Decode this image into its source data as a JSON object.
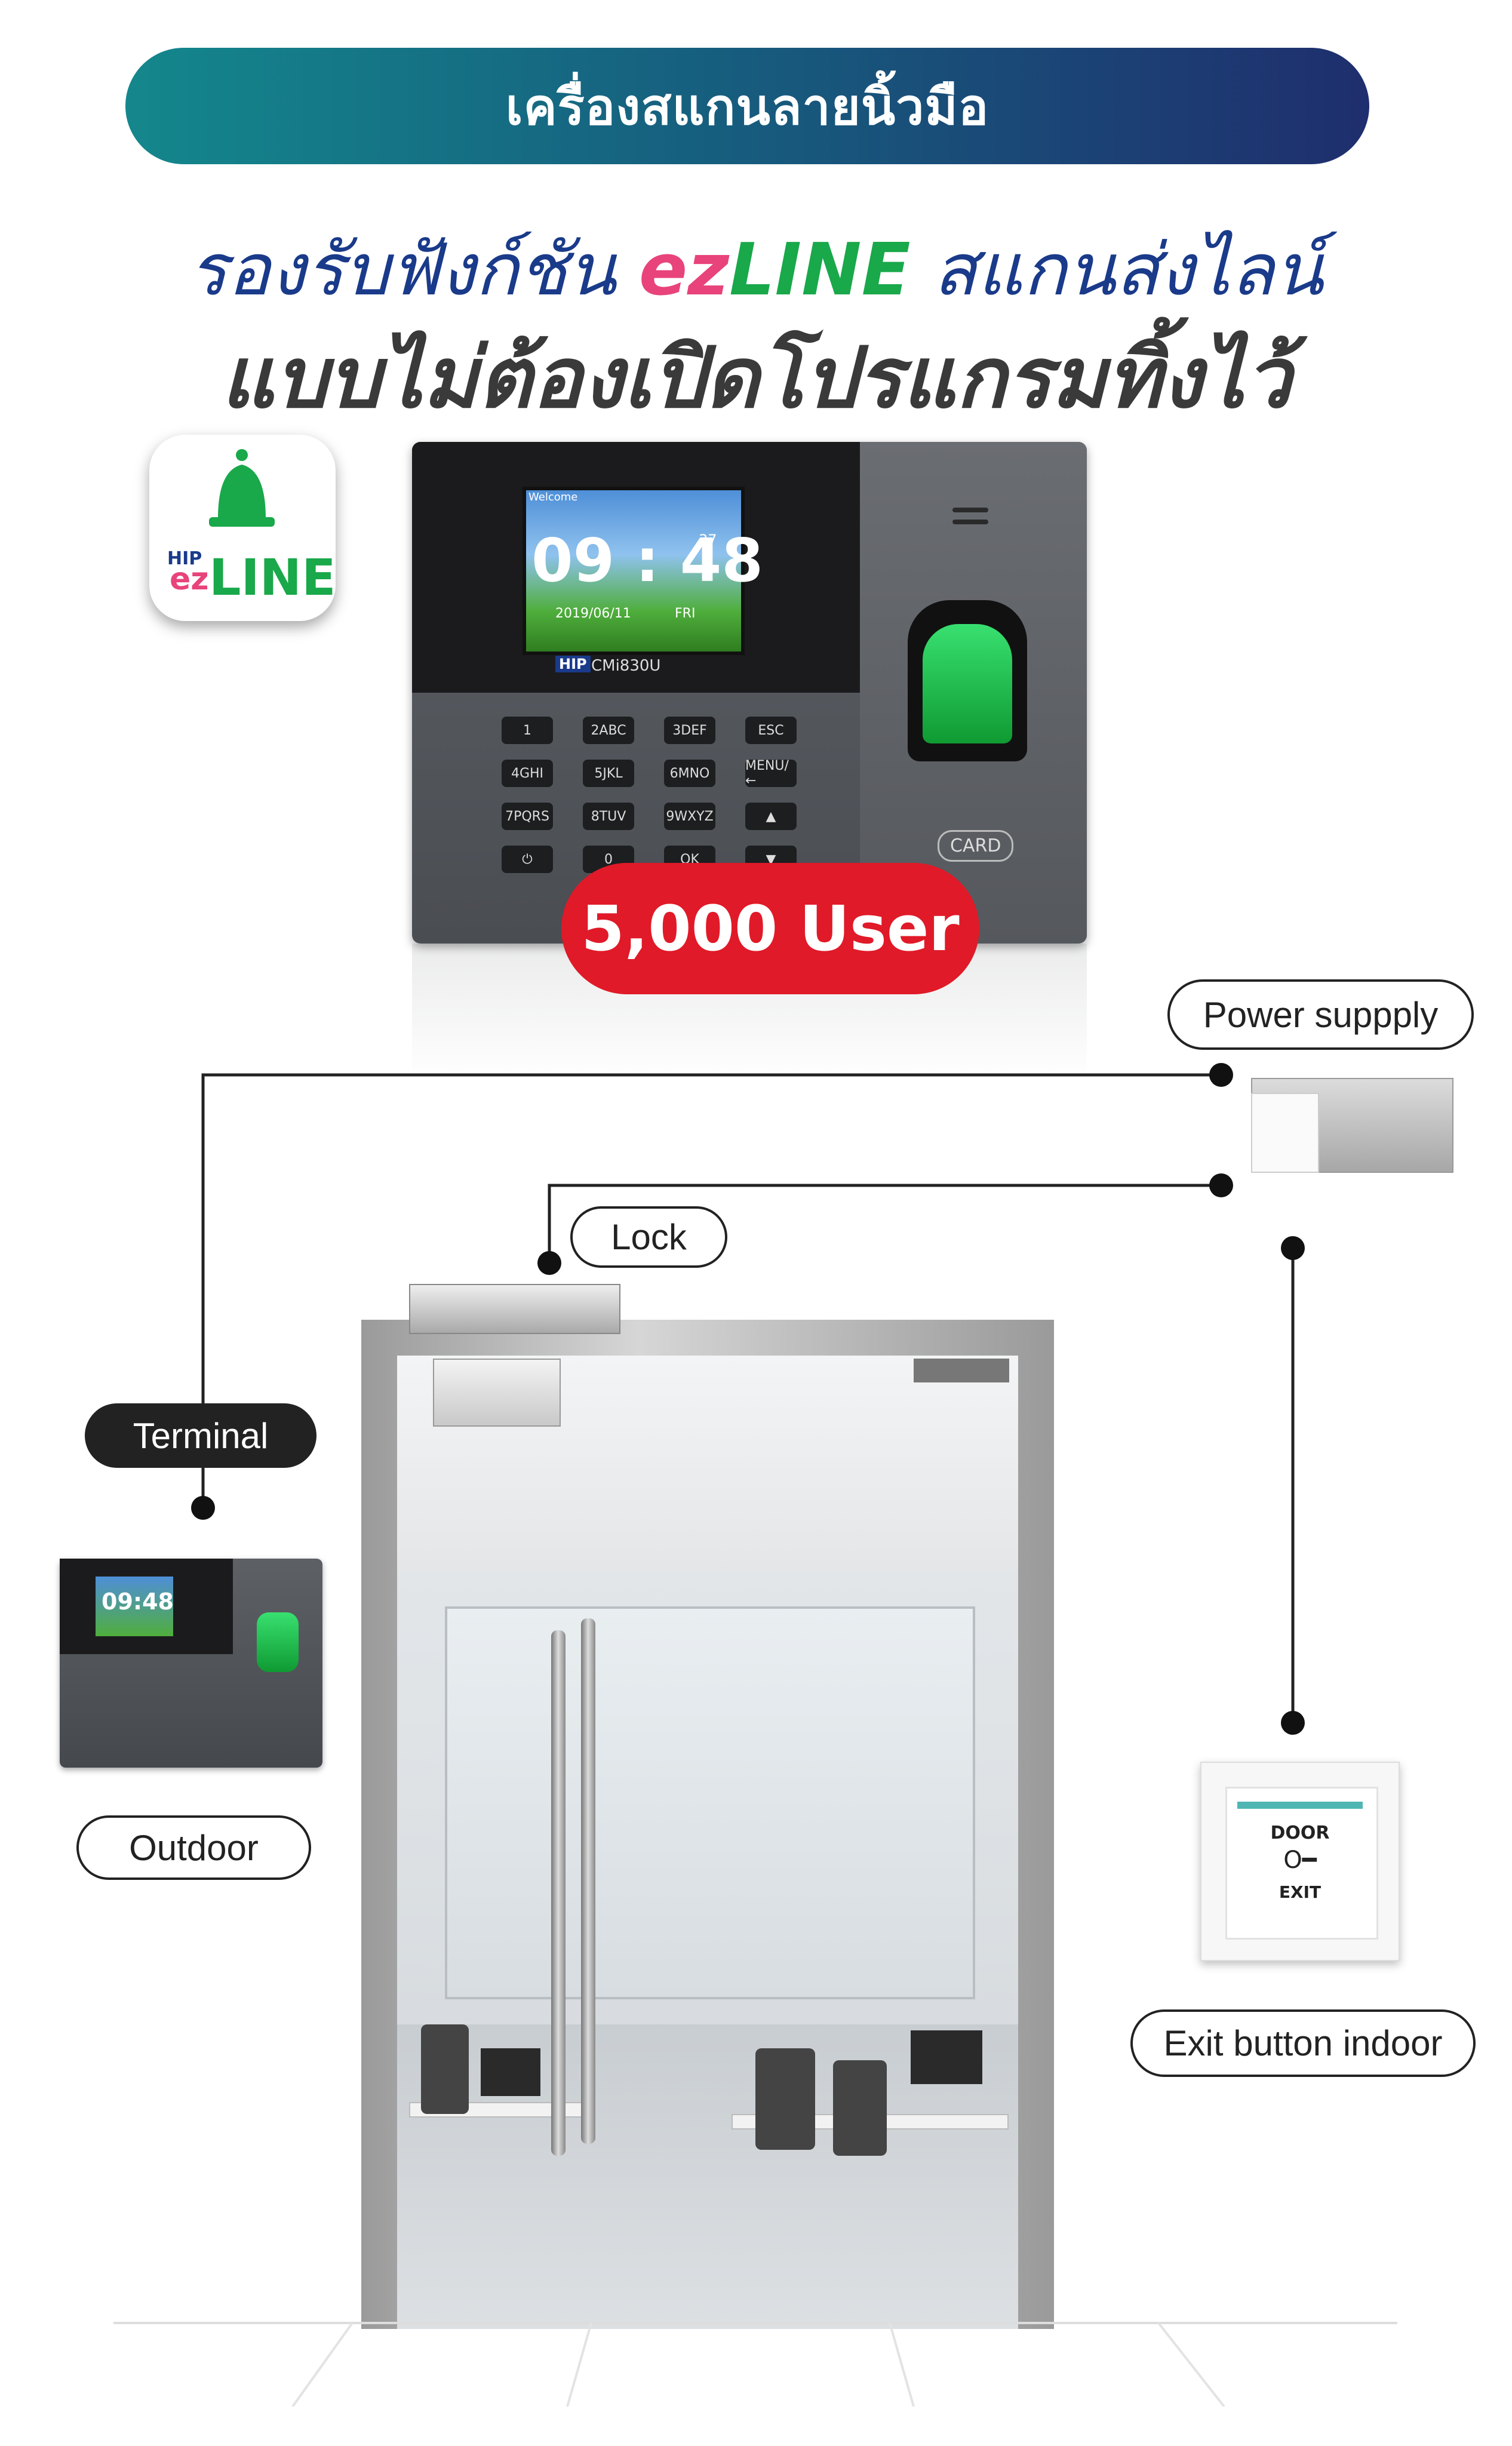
{
  "banner": {
    "title": "เครื่องสแกนลายนิ้วมือ"
  },
  "headline": {
    "line1_prefix": "รองรับฟังก์ชัน ",
    "line1_ez_e": "e",
    "line1_ez_z": "z",
    "line1_line": "LINE",
    "line1_suffix": " สแกนส่งไลน์",
    "line2": "แบบไม่ต้องเปิดโปรแกรมทิ้งไว้"
  },
  "app_icon": {
    "hip": "HIP",
    "ez": "ez",
    "line": "LINE",
    "icon": "bell-icon",
    "color": "#19a84a"
  },
  "device": {
    "welcome": "Welcome",
    "time": "09 : 48",
    "seconds": "37",
    "date": "2019/06/11",
    "day": "FRI",
    "brand": "HIP",
    "model": "CMi830U",
    "card": "CARD",
    "keys": [
      "1",
      "2ABC",
      "3DEF",
      "ESC",
      "4GHI",
      "5JKL",
      "6MNO",
      "MENU/←",
      "7PQRS",
      "8TUV",
      "9WXYZ",
      "▲",
      "⏻",
      "0",
      "OK",
      "▼"
    ]
  },
  "badge": {
    "text": "5,000 User",
    "color": "#e01a28"
  },
  "labels": {
    "power": "Power suppply",
    "lock": "Lock",
    "terminal": "Terminal",
    "outdoor": "Outdoor",
    "exit": "Exit button indoor"
  },
  "small_device": {
    "time": "09:48"
  },
  "exit_button": {
    "door": "DOOR",
    "key": "O━",
    "exit": "EXIT"
  }
}
